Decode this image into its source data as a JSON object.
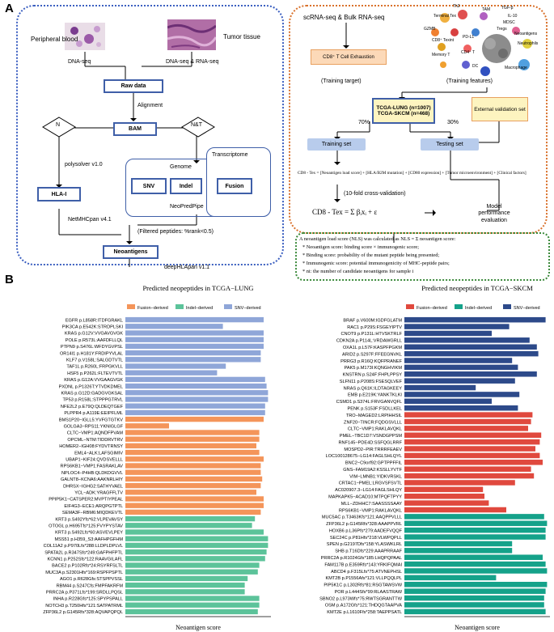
{
  "panels": {
    "a": "A",
    "b": "B"
  },
  "left_flow": {
    "peripheral_blood": "Peripheral blood",
    "tumor_tissue": "Tumor tissue",
    "dna_seq": "DNA-seq",
    "dna_rna_seq": "DNA-seq & RNA-seq",
    "raw_data": "Raw data",
    "alignment": "Alignment",
    "n": "N",
    "bam": "BAM",
    "nt": "N&T",
    "polysolver": "polysolver v1.0",
    "genome": "Genome",
    "transcriptome": "Transcriptome",
    "hla": "HLA-I",
    "snv": "SNV",
    "indel": "Indel",
    "fusion": "Fusion",
    "neopredpipe": "NeoPredPipe",
    "netmhcpan": "NetMHCpan v4.1",
    "filtered": "(Filtered peptides: %rank<0.5)",
    "neoantigens": "Neoantigens",
    "deephlapan": "deepHLApan v1.1"
  },
  "right_flow": {
    "scrna": "scRNA-seq  &  Bulk RNA-seq",
    "cd8": "CD8⁺ T Cell Exhaustion",
    "training_target": "(Training target)",
    "training_features": "(Training features)",
    "tcga_lung": "TCGA-LUNG (n=1007)",
    "tcga_skcm": "TCGA-SKCM (n=468)",
    "pct70": "70%",
    "pct30": "30%",
    "external": "External validation set",
    "training_set": "Training set",
    "testing_set": "Testing set",
    "formula": "CD8 - Tex = [Neoantigen load score] + [HLA/B2M mutation] + [CD80 expression] + [Tumor microenvironment] + [Clinical factors]",
    "cv": "(10-fold cross-validation)",
    "model_formula": "CD8 - Tex  =  Σ βᵢxᵢ + ε",
    "model_eval": "Model performance evaluation",
    "cells": [
      "Th2",
      "TAM",
      "TGF-β",
      "IL-10",
      "Terminal Tex",
      "MDSC",
      "Tregs",
      "GZMB",
      "PD-L1",
      "Neoantigens",
      "CD8⁺ Texint",
      "Neutrophils",
      "CD4⁺ T",
      "Memory T",
      "DC",
      "Macrophage"
    ]
  },
  "nls_box": {
    "lines": [
      "A neoantigen load score (NLS) was calculated as NLS = Σ neoantigen score:",
      "* Neoantigen score: binding score × immunogenic score;",
      "* Binding score: probability of the mutant peptide being presented;",
      "* Immunogenic score: potential immunogenicity of MHC-peptide pairs;",
      "* ni: the number of candidate neoantigens for sample i"
    ]
  },
  "chart_data": [
    {
      "type": "bar",
      "title": "Predicted neopeptides in TCGA−LUNG",
      "xlabel": "Neoantigen score",
      "xlim": [
        0,
        1
      ],
      "legend": [
        "Fusion−derived",
        "Indel−derived",
        "SNV−derived"
      ],
      "legend_position": "top",
      "colors": {
        "Fusion−derived": "#f4955a",
        "Indel−derived": "#5cc39a",
        "SNV−derived": "#8fa6d8"
      },
      "categories": [
        "EGFR p.L858R:ITDFGRAKL",
        "PIK3CA p.E542K:STRDPLSKI",
        "KRAS p.G12V:VVGAVGVGK",
        "POLE p.R573L:AAFDFLLQL",
        "PTPN9 p.S476L:WFDYGVPSL",
        "OR14I1 p.H181Y:FRDIPYVLAL",
        "KLF7 p.V158L:SALGDTVTL",
        "TAF1L p.R260L:FRPGKVLL",
        "HSF5 p.P262L:FLTEVTVTL",
        "KRAS p.G12A:VVGAAGVGK",
        "PXDNL p.P1326T:YTVDKDMEL",
        "KRAS p.G12D:GADGVGKSAL",
        "TP53 p.R158L:STPPPGTRVL",
        "NFE2L2 p.E79Q:QLDEQTGEF",
        "PLPPR4 p.A119E:EEIPFLML",
        "BMS1P20−IGLL5:YVFGTGTKV",
        "GOLGA3−RPS11:YKNIGLGF",
        "CLTC−VMP1:AQNDFPVAM",
        "OPCML−NTM:TIDDRVTRV",
        "HOMER2−IGH08:FYDVTRNSY",
        "EML4−ALK:LAFSGIMIV",
        "UBAP1−KIF24:QVDSVELLL",
        "RPS6KB1−VMP1:FASRAKLAV",
        "NPLOC4−P4HB:QLDKDGVVL",
        "GALNT8−KCNA6:AAKNRLHIY",
        "DHRSX−IGHG2:SATHYVAEL",
        "YCL−ADK:YRAGFFLTV",
        "PPIP5K1−CATSPER2:MVPTIYPEAL",
        "EIF4G3−ECE1:ARQPGTPTL",
        "SEMA3F−RBM6:MIQDKEVTL",
        "KRT3 p.S492Yfs*62:VLPEVAVSY",
        "OTOGL p.H695Tfs*125:FVYPYSTAV",
        "KRT3 p.S492Lfs*60:ASVEVLPEY",
        "MSS51 p.H359_S3:AAFHPGFHM",
        "COL11A2 p.P970Lfs*288:LLDPLDPLVL",
        "SPATA2L p.R347Sfs*249:GAFPHFPTL",
        "KCNN1 p.P252Sfs*122:RAAVGILAFL",
        "BACE2 p.P102Rfs*24:RSYRFSLTL",
        "MUC3A p.S2301Hfs*169:RSPFPSPTL",
        "AGO1 p.R628Gfs:STSPPVSSL",
        "RBM44 p.S247Cfs:FMPFAKRFM",
        "PRRC2A p.P371Lfs*199:SRDLLPQSL",
        "INHA p.R228Gfs*125:SPYPSPALL",
        "NOTCH3 p.T250Hfs*121:SATPATRML",
        "ZFP36L2 p.G145Rfs*328:AQVAPQPQL"
      ],
      "groups": [
        "SNV−derived",
        "SNV−derived",
        "SNV−derived",
        "SNV−derived",
        "SNV−derived",
        "SNV−derived",
        "SNV−derived",
        "SNV−derived",
        "SNV−derived",
        "SNV−derived",
        "SNV−derived",
        "SNV−derived",
        "SNV−derived",
        "SNV−derived",
        "SNV−derived",
        "Fusion−derived",
        "Fusion−derived",
        "Fusion−derived",
        "Fusion−derived",
        "Fusion−derived",
        "Fusion−derived",
        "Fusion−derived",
        "Fusion−derived",
        "Fusion−derived",
        "Fusion−derived",
        "Fusion−derived",
        "Fusion−derived",
        "Fusion−derived",
        "Fusion−derived",
        "Fusion−derived",
        "Indel−derived",
        "Indel−derived",
        "Indel−derived",
        "Indel−derived",
        "Indel−derived",
        "Indel−derived",
        "Indel−derived",
        "Indel−derived",
        "Indel−derived",
        "Indel−derived",
        "Indel−derived",
        "Indel−derived",
        "Indel−derived",
        "Indel−derived",
        "Indel−derived"
      ],
      "values": [
        0.95,
        0.67,
        0.95,
        0.95,
        0.95,
        0.93,
        0.93,
        0.69,
        0.63,
        0.96,
        0.97,
        0.98,
        0.98,
        0.96,
        0.96,
        0.95,
        0.3,
        0.92,
        0.92,
        0.9,
        0.92,
        0.95,
        0.93,
        0.93,
        0.94,
        0.93,
        0.9,
        0.95,
        0.95,
        0.93,
        0.89,
        0.87,
        0.95,
        0.98,
        0.98,
        0.97,
        0.96,
        0.92,
        0.91,
        0.84,
        0.82,
        0.82,
        0.92,
        0.92,
        0.91
      ]
    },
    {
      "type": "bar",
      "title": "Predicted neopeptides in TCGA−SKCM",
      "xlabel": "Neoantigen score",
      "xlim": [
        0,
        1
      ],
      "legend": [
        "Fusion−derived",
        "Indel−derived",
        "SNV−derived"
      ],
      "legend_position": "top",
      "colors": {
        "Fusion−derived": "#e0493e",
        "Indel−derived": "#15a28a",
        "SNV−derived": "#2d4a8a"
      },
      "categories": [
        "BRAF p.V600M:IGDFGLATM",
        "RAC1 p.P29S:FSGEYIPTV",
        "CNOT9 p.P131L:HTVSKTRLF",
        "CDKN2A p.P114L:VRDAWGRLL",
        "OXA1L p.L57F:KASPFPGKM",
        "ARID2 p.S297F:FFEEGNVKL",
        "PRRG3 p.R16Q:KQFPRANEF",
        "PAK5 p.M173I:KQNGHVIKM",
        "KNSTRN p.S24F:FHPLPPSY",
        "SLFN11 p.P208S:FSESQLVEF",
        "NRAS p.Q61K:ILDTAGKEEY",
        "EMB p.E219K:YANKTKLKI",
        "CSMD1 p.S374L:FRVGANVQFL",
        "PENK p.S153F:FSDLLKEL",
        "TRO−MAGED2:LRPIHHSIL",
        "ZNF20−TINCR:FQDGSVLLL",
        "CLTC−VMP1:RAKLAVQKL",
        "PMEL−TBC1D7:VSNDGPPSM",
        "RNF145−PDE4D:SSFQGLRRF",
        "MOSPD2−PIR:TRRRFEAEV",
        "LOC100128675−LG14:FAGLSHLQYL",
        "BNC2−C9orf92:GPTPPFFIL",
        "GNS−FAM19A2:KSSLLYVTF",
        "VIM−LMNB1:YIDKVRSKL",
        "CRTAC1−PMEL:LRGVSFSVTL",
        "AC020907.3−LG14:FAGLSHLQY",
        "MAPKAPK5−ACAD10:MTPQFTPYY",
        "MLL−ZDHHC7:SAASSSSAAY",
        "RPS6KB1−VMP1:RAKLAVQKL",
        "MUC5AC p.T3463Kfs*121:AAQPPVLLL",
        "ZFP36L2 p.G145Rfs*328:AAAPPVRL",
        "HOXB6 p.L36Pfs*279:AADEFVQQF",
        "SEC24C p.P81Hfs*218:VLWPQPLL",
        "SPEN p.G2197Dfs*158:YLASWKLRL",
        "SHB p.T16Dfs*229:AAAPRRAAF",
        "PRRC2A p.R1024Gfs*185:LHQPQPAAL",
        "FAM117B p.E359Rfs*143:YRKIFQMAI",
        "ABCD4 p.F315Lfs*75:ATVNEPHSL",
        "KMT2B p.P1556Afs*121:VLLPQQLPL",
        "PIP5K1C p.L302Rfs*81:RSGTAWSVW",
        "POR p.L444Sfs*99:RLAASTRAW",
        "SBNO2 p.L973Wfs*75:RWTSGRANTTW",
        "OSM p.A172Gfs*121:THDQGTAAPVA",
        "KMT2E p.L1610Ffs*258:TAEPPSATL"
      ],
      "groups": [
        "SNV−derived",
        "SNV−derived",
        "SNV−derived",
        "SNV−derived",
        "SNV−derived",
        "SNV−derived",
        "SNV−derived",
        "SNV−derived",
        "SNV−derived",
        "SNV−derived",
        "SNV−derived",
        "SNV−derived",
        "SNV−derived",
        "SNV−derived",
        "Fusion−derived",
        "Fusion−derived",
        "Fusion−derived",
        "Fusion−derived",
        "Fusion−derived",
        "Fusion−derived",
        "Fusion−derived",
        "Fusion−derived",
        "Fusion−derived",
        "Fusion−derived",
        "Fusion−derived",
        "Fusion−derived",
        "Fusion−derived",
        "Fusion−derived",
        "Fusion−derived",
        "Indel−derived",
        "Indel−derived",
        "Indel−derived",
        "Indel−derived",
        "Indel−derived",
        "Indel−derived",
        "Indel−derived",
        "Indel−derived",
        "Indel−derived",
        "Indel−derived",
        "Indel−derived",
        "Indel−derived",
        "Indel−derived",
        "Indel−derived",
        "Indel−derived"
      ],
      "values": [
        0.97,
        0.72,
        0.6,
        0.86,
        0.91,
        0.92,
        0.74,
        0.78,
        0.91,
        0.76,
        0.49,
        0.79,
        0.6,
        0.78,
        0.88,
        0.87,
        0.85,
        0.94,
        0.93,
        0.9,
        0.93,
        0.95,
        0.87,
        0.89,
        0.76,
        0.54,
        0.55,
        0.58,
        0.7,
        0.96,
        0.98,
        0.97,
        0.97,
        0.74,
        0.74,
        0.95,
        0.97,
        0.98,
        0.63,
        0.98,
        0.97,
        0.96,
        0.96,
        0.97
      ]
    }
  ]
}
